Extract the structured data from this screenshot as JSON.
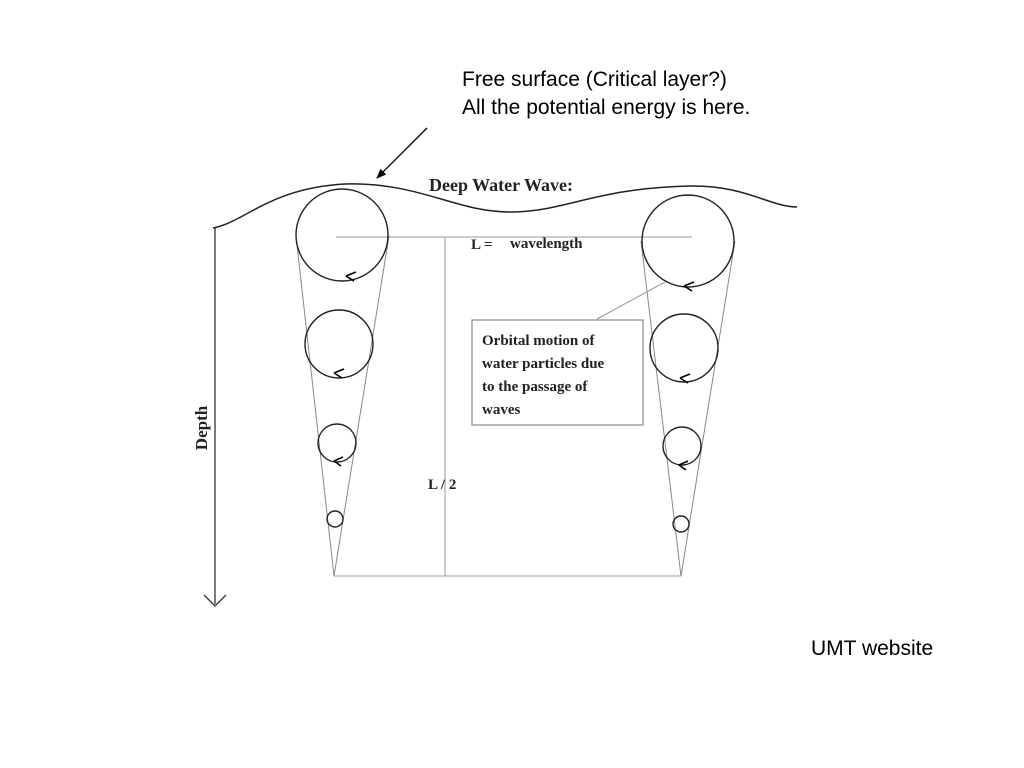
{
  "annotation": {
    "line1": "Free surface (Critical layer?)",
    "line2": "All the potential energy is here."
  },
  "diagram": {
    "title": "Deep Water Wave:",
    "wavelength_symbol": "L =",
    "wavelength_word": "wavelength",
    "half_wavelength": "L / 2",
    "depth_label": "Depth",
    "callout_lines": [
      "Orbital motion of",
      "water particles due",
      "to the passage of",
      "waves"
    ]
  },
  "source": {
    "credit": "UMT website"
  },
  "colors": {
    "ink": "#222222",
    "guide": "#999999",
    "callout_border": "#888888"
  }
}
